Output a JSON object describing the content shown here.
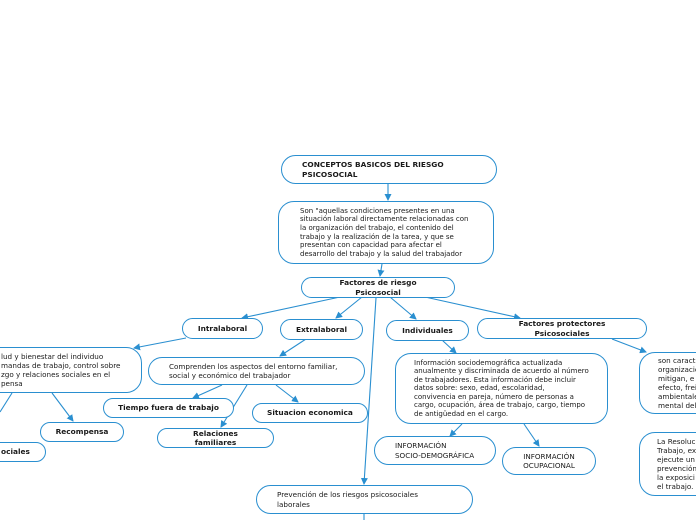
{
  "colors": {
    "line": "#2a8fd0",
    "node_border": "#2a8fd0",
    "text": "#1a1a1a",
    "background": "#ffffff"
  },
  "nodes": {
    "title": "CONCEPTOS BASICOS DEL RIESGO\nPSICOSOCIAL",
    "definition": "Son \"aquellas condiciones presentes en una\nsituación laboral directamente relacionadas con\nla organización del trabajo, el contenido del\ntrabajo y la realización de la tarea, y que se\npresentan con capacidad para afectar el\ndesarrollo del trabajo y la salud del trabajador",
    "factores": "Factores de riesgo Psicosocial",
    "intralaboral": "Intralaboral",
    "extralaboral": "Extralaboral",
    "individuales": "Individuales",
    "protectores": "Factores protectores Psicosociales",
    "intralaboral_desc": "lud y bienestar del individuo\nmandas de trabajo, control sobre\nzgo y relaciones sociales en el\npensa",
    "extralaboral_desc": "Comprenden los aspectos del entorno familiar,\nsocial y económico del trabajador",
    "tiempo": "Tiempo fuera de trabajo",
    "situacion": "Situacion economica",
    "familiares": "Relaciones familiares",
    "recompensa": "Recompensa",
    "sociales": "ociales",
    "individuales_desc": "Información sociodemográfica actualizada\nanualmente y discriminada de acuerdo al número\nde trabajadores. Esta información debe incluir\ndatos sobre: sexo, edad, escolaridad,\nconvivencia en pareja, número de personas a\ncargo, ocupación, área de trabajo, cargo, tiempo\nde antigüedad en el cargo.",
    "socio_demografica": "INFORMACIÓN\nSOCIO-DEMOGRÁFICA",
    "ocupacional": "INFORMACIÓN\nOCUPACIONAL",
    "protectores_desc": "son caract\norganizacio\nmitigan, e\nefecto, frei\nambientale\nmental del",
    "resolucion": "La Resoluc\nTrabajo, ex\nejecute un\nprevención\nla exposici\nel trabajo.",
    "prevencion": "Prevención de los riesgos psicosociales\nlaborales"
  }
}
